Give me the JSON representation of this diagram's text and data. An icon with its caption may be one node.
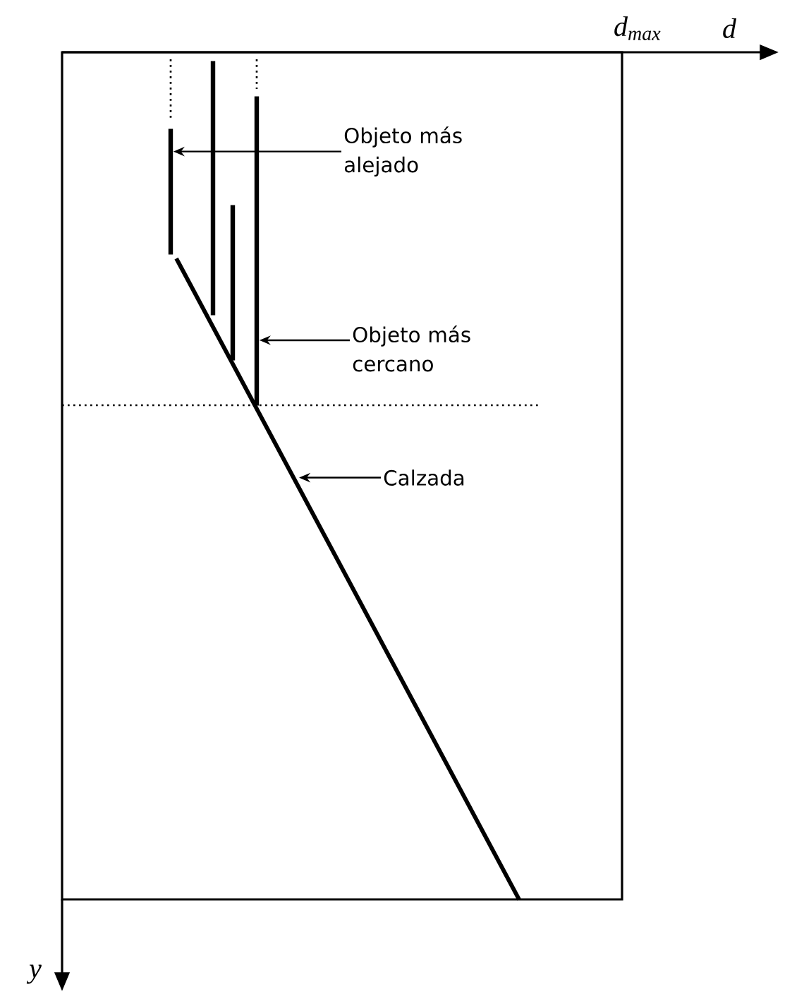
{
  "diagram": {
    "nodes": [
      {
        "text": [],
        "shape": "bar"
      },
      {
        "text": [],
        "shape": "bar"
      },
      {
        "text": [],
        "shape": "bar"
      },
      {
        "text": [],
        "shape": "bar"
      },
      {
        "text": [
          "Objeto más alejado"
        ]
      },
      {
        "text": [
          "Objeto más cercano"
        ]
      },
      {
        "text": [
          "Calzada"
        ]
      }
    ],
    "edges": [
      {
        "from": 4,
        "to": 0,
        "arrow": "to"
      },
      {
        "from": 5,
        "to": 3,
        "arrow": "to"
      },
      {
        "from": 6,
        "to": null,
        "arrow": "to"
      }
    ],
    "labels": [
      "d$_{max}$",
      "d",
      "y"
    ]
  }
}
